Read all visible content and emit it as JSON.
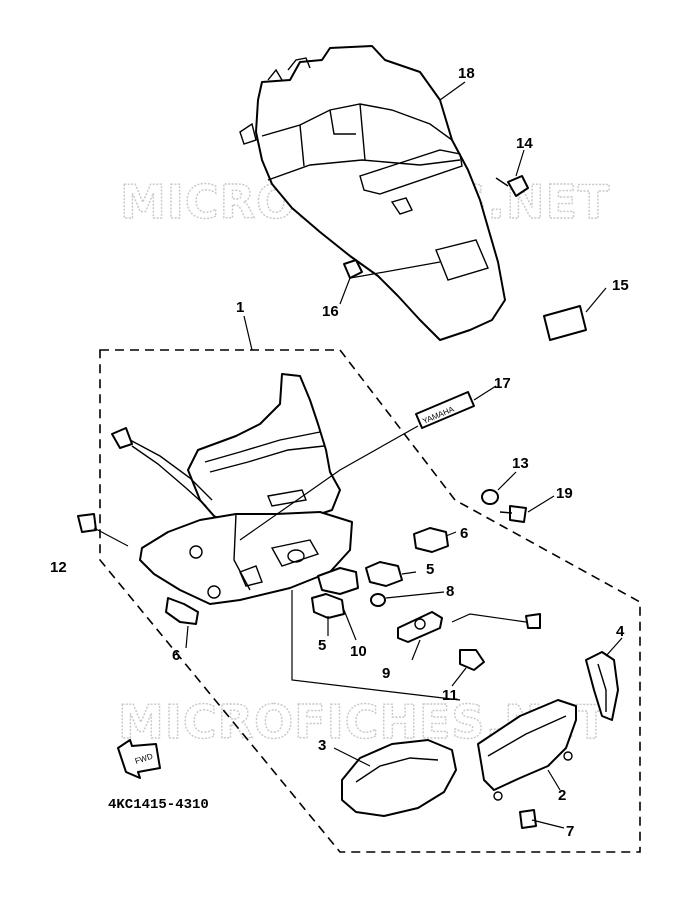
{
  "watermark": "MICROFICHES.NET",
  "diagram_code": "4KC1415-4310",
  "front_label": "FWD",
  "emblem_text": "YAMAHA",
  "callouts": [
    {
      "id": "1",
      "text": "1"
    },
    {
      "id": "2",
      "text": "2"
    },
    {
      "id": "3",
      "text": "3"
    },
    {
      "id": "4",
      "text": "4"
    },
    {
      "id": "5a",
      "text": "5"
    },
    {
      "id": "5b",
      "text": "5"
    },
    {
      "id": "6a",
      "text": "6"
    },
    {
      "id": "6b",
      "text": "6"
    },
    {
      "id": "7",
      "text": "7"
    },
    {
      "id": "8",
      "text": "8"
    },
    {
      "id": "9",
      "text": "9"
    },
    {
      "id": "10",
      "text": "10"
    },
    {
      "id": "11",
      "text": "11"
    },
    {
      "id": "12",
      "text": "12"
    },
    {
      "id": "13",
      "text": "13"
    },
    {
      "id": "14",
      "text": "14"
    },
    {
      "id": "15",
      "text": "15"
    },
    {
      "id": "16",
      "text": "16"
    },
    {
      "id": "17",
      "text": "17"
    },
    {
      "id": "18",
      "text": "18"
    },
    {
      "id": "19",
      "text": "19"
    }
  ]
}
